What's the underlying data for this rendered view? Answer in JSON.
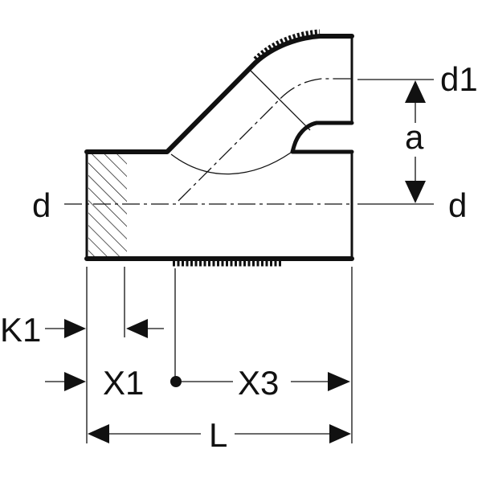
{
  "labels": {
    "d_left": "d",
    "d_right": "d",
    "d1": "d1",
    "a": "a",
    "K1": "K1",
    "X1": "X1",
    "X3": "X3",
    "L": "L"
  },
  "colors": {
    "ink": "#111111",
    "background": "#ffffff"
  }
}
